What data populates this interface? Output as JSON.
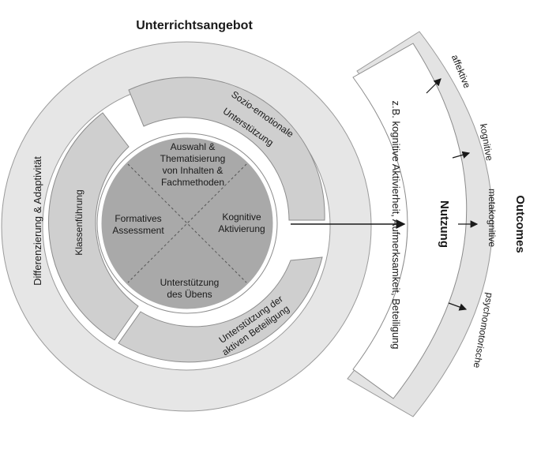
{
  "diagram": {
    "title": "Unterrichtsangebot",
    "outer_ring_label": "Differenzierung  & Adaptivität",
    "middle_segments": {
      "top_right": [
        "Sozio-emotionale",
        "Unterstützung"
      ],
      "left": "Klassenführung",
      "bottom_right": [
        "Unterstützung der",
        "aktiven Beteiligung"
      ]
    },
    "center": {
      "top": [
        "Auswahl &",
        "Thematisierung",
        "von Inhalten  &",
        "Fachmethoden"
      ],
      "left": [
        "Formatives",
        "Assessment"
      ],
      "right": [
        "Kognitive",
        "Aktivierung"
      ],
      "bottom": [
        "Unterstützung",
        "des Übens"
      ]
    },
    "nutzung": {
      "title": "Nutzung",
      "examples": "z.B. kognitive Aktivierheit, Aufmerksamkeit, Beteiligung"
    },
    "outcomes": {
      "title": "Outcomes",
      "items": [
        "affektive",
        "kognitive",
        "metakognitive",
        "psychomotorische"
      ]
    },
    "colors": {
      "outer_ring": "#e6e6e6",
      "middle_segments": "#cfcfcf",
      "center_circle": "#a9a9a9",
      "outline": "#8c8c8c",
      "white_ring": "#ffffff"
    }
  }
}
